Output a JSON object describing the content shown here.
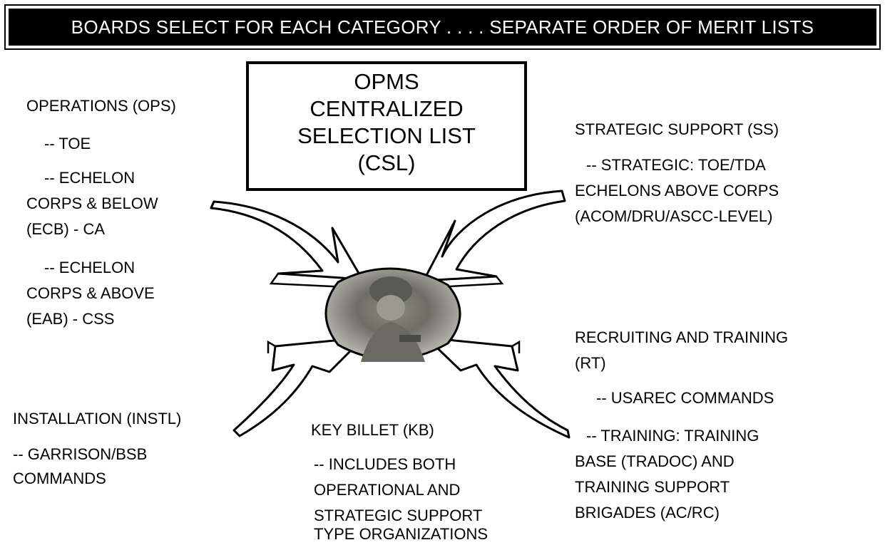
{
  "banner": {
    "title": "BOARDS SELECT FOR EACH CATEGORY . . . . SEPARATE ORDER OF MERIT LISTS"
  },
  "center_box": {
    "lines": [
      "OPMS",
      "CENTRALIZED",
      "SELECTION LIST",
      "(CSL)"
    ]
  },
  "operations": {
    "heading": "OPERATIONS (OPS)",
    "toe": "-- TOE",
    "ecb": [
      "-- ECHELON",
      "CORPS & BELOW",
      "(ECB) - CA"
    ],
    "eab": [
      "-- ECHELON",
      "CORPS & ABOVE",
      "(EAB) - CSS"
    ]
  },
  "strategic_support": {
    "heading": "STRATEGIC SUPPORT (SS)",
    "lines": [
      "-- STRATEGIC:  TOE/TDA",
      "ECHELONS ABOVE CORPS",
      "(ACOM/DRU/ASCC-LEVEL)"
    ]
  },
  "recruiting_training": {
    "heading": [
      "RECRUITING AND TRAINING",
      "(RT)"
    ],
    "usarec": "-- USAREC COMMANDS",
    "training": [
      "-- TRAINING:   TRAINING",
      "BASE (TRADOC) AND",
      "TRAINING SUPPORT",
      "BRIGADES (AC/RC)"
    ]
  },
  "installation": {
    "heading": "INSTALLATION (INSTL)",
    "lines": [
      "-- GARRISON/BSB",
      "COMMANDS"
    ]
  },
  "key_billet": {
    "heading": "KEY BILLET (KB)",
    "lines": [
      "-- INCLUDES BOTH",
      "OPERATIONAL AND",
      "STRATEGIC SUPPORT",
      "TYPE ORGANIZATIONS"
    ]
  },
  "soldier_image": {
    "icon": "soldier-photo-icon"
  }
}
